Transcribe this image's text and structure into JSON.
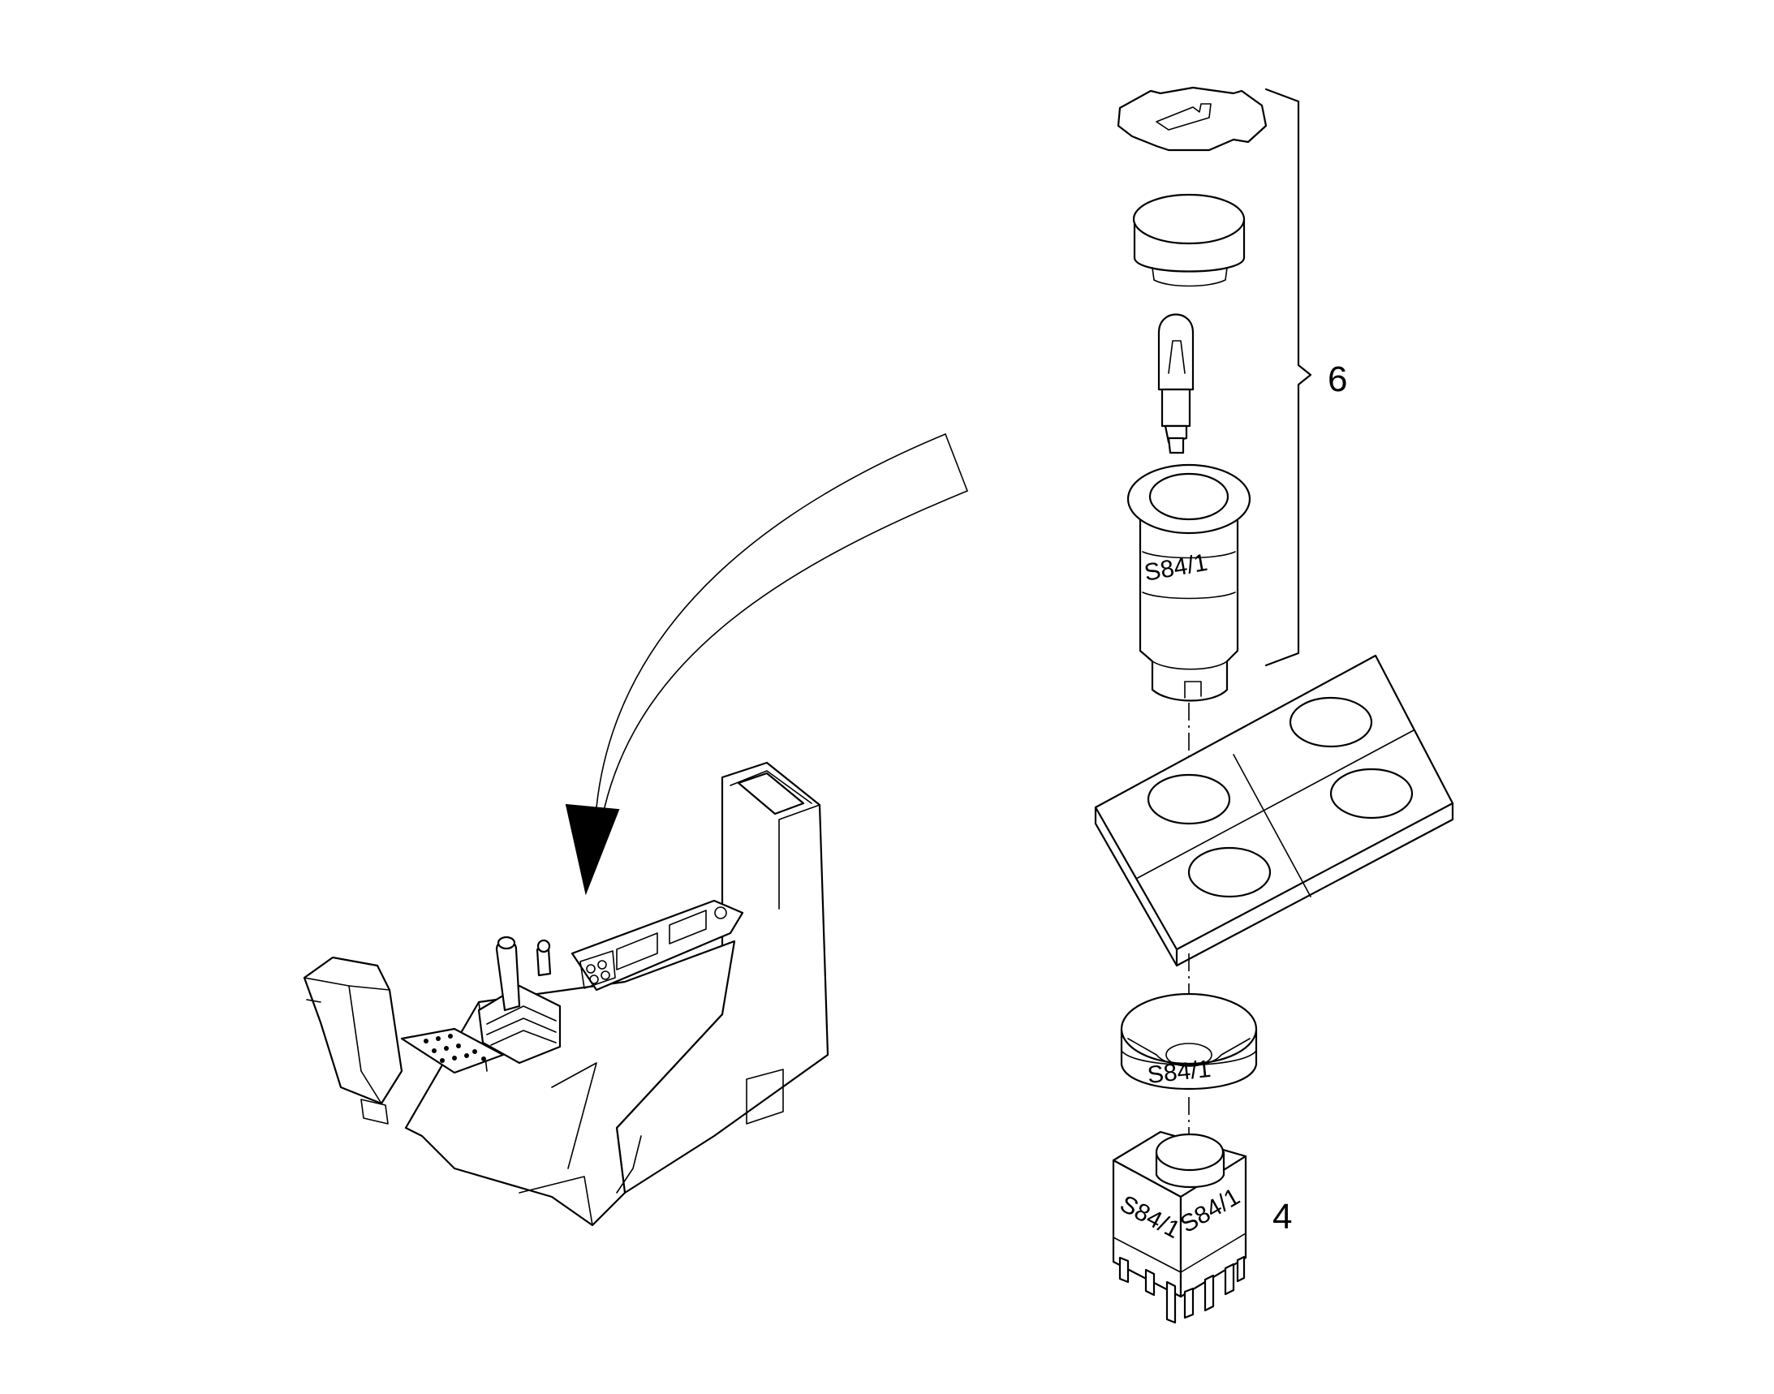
{
  "diagram": {
    "callouts": [
      {
        "id": "assembly",
        "label": "6"
      },
      {
        "id": "switch",
        "label": "4"
      }
    ],
    "part_markings": {
      "bulb_holder": "S84/1",
      "bezel_ring": "S84/1",
      "switch_front": "S84/1",
      "switch_side": "S84/1"
    }
  }
}
